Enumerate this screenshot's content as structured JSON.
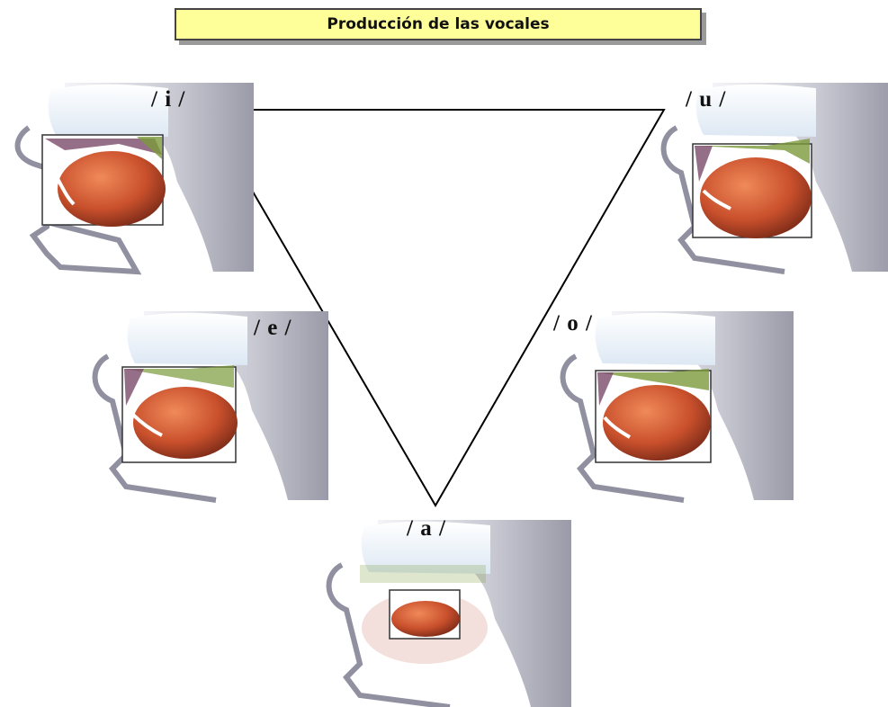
{
  "title": "Producción  de las vocales",
  "vowels": {
    "i": "/ i /",
    "u": "/ u /",
    "e": "/ e /",
    "o": "/ o /",
    "a": "/ a /"
  },
  "colors": {
    "title_bg": "#ffff99",
    "tongue": "#c9502c",
    "head": "#c8c8d2",
    "palate": "#e6eef8",
    "line": "#000000"
  }
}
